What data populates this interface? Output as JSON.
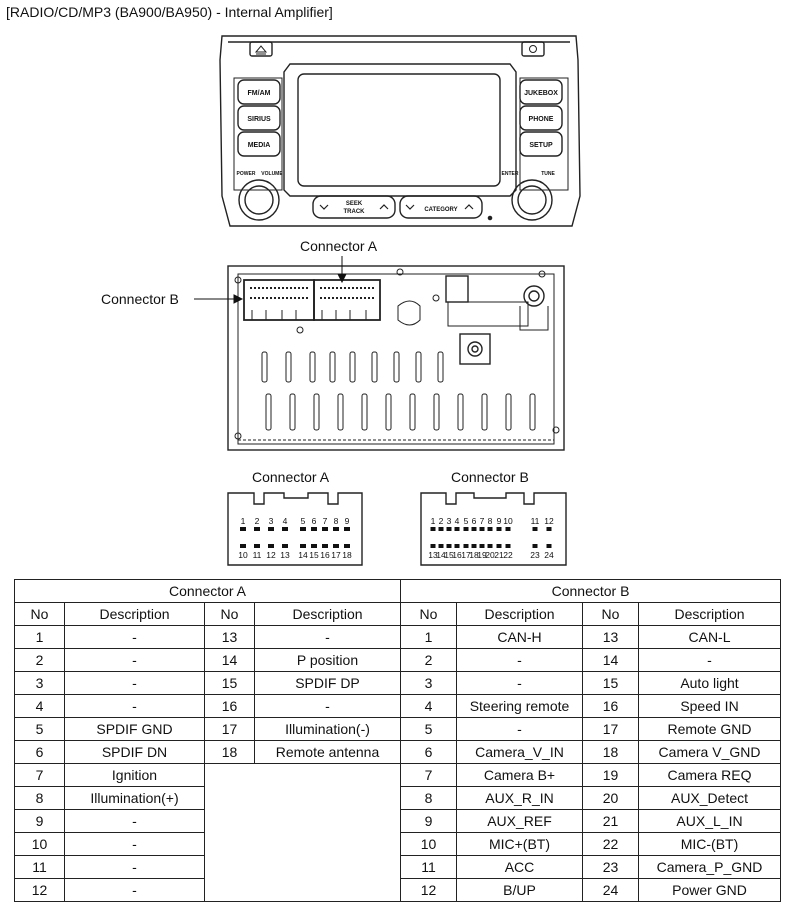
{
  "title": "[RADIO/CD/MP3 (BA900/BA950) - Internal Amplifier]",
  "head_unit": {
    "left_buttons": [
      "FM/AM",
      "SIRIUS",
      "MEDIA"
    ],
    "right_buttons": [
      "JUKEBOX",
      "PHONE",
      "SETUP"
    ],
    "power_label": "POWER",
    "volume_label": "VOLUME",
    "enter_label": "ENTER",
    "tune_label": "TUNE",
    "seek_label_1": "SEEK",
    "seek_label_2": "TRACK",
    "category_label": "CATEGORY"
  },
  "rear_view": {
    "connector_a_label": "Connector A",
    "connector_b_label": "Connector B"
  },
  "connector_a_face": {
    "label": "Connector A",
    "top_pins": [
      "1",
      "2",
      "3",
      "4",
      "5",
      "6",
      "7",
      "8",
      "9"
    ],
    "bottom_pins": [
      "10",
      "11",
      "12",
      "13",
      "14",
      "15",
      "16",
      "17",
      "18"
    ]
  },
  "connector_b_face": {
    "label": "Connector B",
    "top_pins": [
      "1",
      "2",
      "3",
      "4",
      "5",
      "6",
      "7",
      "8",
      "9",
      "10",
      "11",
      "12"
    ],
    "bottom_pins": [
      "13",
      "14",
      "15",
      "16",
      "17",
      "18",
      "19",
      "20",
      "21",
      "22",
      "23",
      "24"
    ]
  },
  "table": {
    "group_a": "Connector A",
    "group_b": "Connector B",
    "col_no": "No",
    "col_desc": "Description",
    "a_left": [
      {
        "no": "1",
        "desc": "-"
      },
      {
        "no": "2",
        "desc": "-"
      },
      {
        "no": "3",
        "desc": "-"
      },
      {
        "no": "4",
        "desc": "-"
      },
      {
        "no": "5",
        "desc": "SPDIF GND"
      },
      {
        "no": "6",
        "desc": "SPDIF DN"
      },
      {
        "no": "7",
        "desc": "Ignition"
      },
      {
        "no": "8",
        "desc": "Illumination(+)"
      },
      {
        "no": "9",
        "desc": "-"
      },
      {
        "no": "10",
        "desc": "-"
      },
      {
        "no": "11",
        "desc": "-"
      },
      {
        "no": "12",
        "desc": "-"
      }
    ],
    "a_right": [
      {
        "no": "13",
        "desc": "-"
      },
      {
        "no": "14",
        "desc": "P position"
      },
      {
        "no": "15",
        "desc": "SPDIF DP"
      },
      {
        "no": "16",
        "desc": "-"
      },
      {
        "no": "17",
        "desc": "Illumination(-)"
      },
      {
        "no": "18",
        "desc": "Remote antenna"
      }
    ],
    "b_left": [
      {
        "no": "1",
        "desc": "CAN-H"
      },
      {
        "no": "2",
        "desc": "-"
      },
      {
        "no": "3",
        "desc": "-"
      },
      {
        "no": "4",
        "desc": "Steering remote"
      },
      {
        "no": "5",
        "desc": "-"
      },
      {
        "no": "6",
        "desc": "Camera_V_IN"
      },
      {
        "no": "7",
        "desc": "Camera B+"
      },
      {
        "no": "8",
        "desc": "AUX_R_IN"
      },
      {
        "no": "9",
        "desc": "AUX_REF"
      },
      {
        "no": "10",
        "desc": "MIC+(BT)"
      },
      {
        "no": "11",
        "desc": "ACC"
      },
      {
        "no": "12",
        "desc": "B/UP"
      }
    ],
    "b_right": [
      {
        "no": "13",
        "desc": "CAN-L"
      },
      {
        "no": "14",
        "desc": "-"
      },
      {
        "no": "15",
        "desc": "Auto light"
      },
      {
        "no": "16",
        "desc": "Speed IN"
      },
      {
        "no": "17",
        "desc": "Remote GND"
      },
      {
        "no": "18",
        "desc": "Camera V_GND"
      },
      {
        "no": "19",
        "desc": "Camera REQ"
      },
      {
        "no": "20",
        "desc": "AUX_Detect"
      },
      {
        "no": "21",
        "desc": "AUX_L_IN"
      },
      {
        "no": "22",
        "desc": "MIC-(BT)"
      },
      {
        "no": "23",
        "desc": "Camera_P_GND"
      },
      {
        "no": "24",
        "desc": "Power GND"
      }
    ]
  }
}
